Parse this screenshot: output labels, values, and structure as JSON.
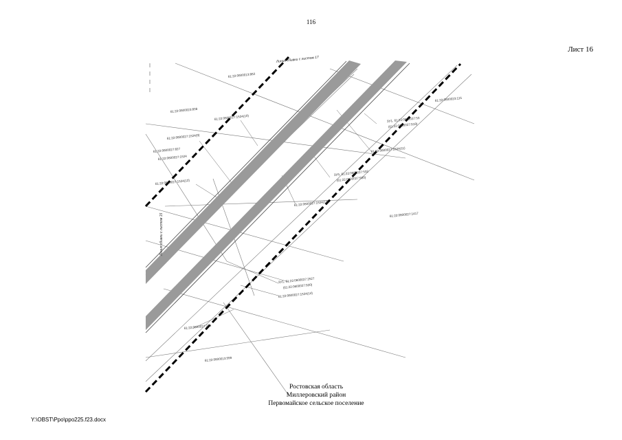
{
  "page": {
    "number": "116",
    "sheet": "Лист 16",
    "file_path": "Y:\\OBST\\Ppo\\ppo225.f23.docx"
  },
  "location": {
    "line1": "Ростовская область",
    "line2": "Миллеровский район",
    "line3": "Первомайское сельское поселение"
  },
  "map": {
    "match_top": "Линия сбивки с листом 17",
    "match_left": "Линия сбивки с листом 15",
    "parcels": [
      "61:22:0600013:862",
      "61:22:0600023:115",
      "61:22:0600023:608",
      "61:22:0600027:1524(10)",
      "ЗУ1, 61:22:0600027:53",
      "(61:22:0600027:919)",
      "61:22:0600027:1524(9)",
      "61:22:0600027:1524(11)",
      "61:22:0600027:827",
      "61:22:0600027:1524",
      "61:22:0600027:1524(12)",
      "ЗУ5, 61:22:0600027:532",
      "(61:22:0600027:920)",
      "61:22:0600027:1524(13)",
      "61:22:0600027:1417",
      "ЗУ1, 61:22:0600027:2527",
      "(61:22:0600027:920)",
      "61:22:0600027:1524(14)",
      "61:22:0600027:714",
      "61:22:0600013:599"
    ]
  }
}
